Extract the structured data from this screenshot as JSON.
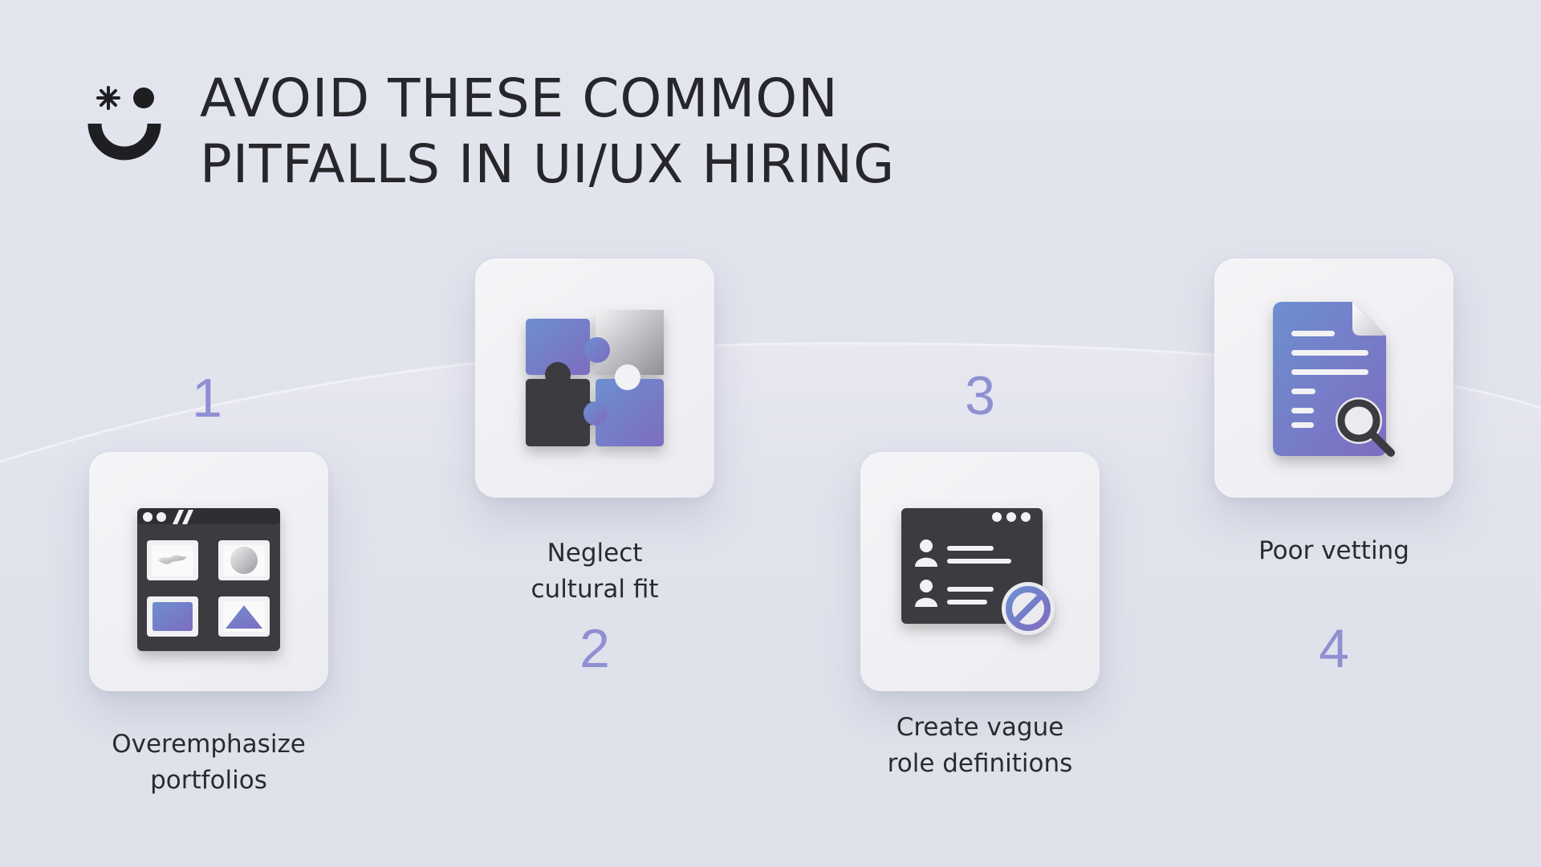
{
  "title": {
    "line1": "AVOID THESE COMMON",
    "line2": "PITFALLS IN UI/UX HIRING"
  },
  "logo": {
    "icon": "smiley-asterisk-logo"
  },
  "colors": {
    "accent": "#8f8fd2",
    "gradient_from": "#6d8fd0",
    "gradient_to": "#7d6cc0",
    "dark": "#3a3a40",
    "background": "#e1e4ec"
  },
  "items": [
    {
      "number": "1",
      "label": "Overemphasize\nportfolios",
      "icon": "layout-grid-icon"
    },
    {
      "number": "2",
      "label": "Neglect\ncultural fit",
      "icon": "puzzle-icon"
    },
    {
      "number": "3",
      "label": "Create vague\nrole definitions",
      "icon": "profile-list-blocked-icon"
    },
    {
      "number": "4",
      "label": "Poor vetting",
      "icon": "document-search-icon"
    }
  ]
}
